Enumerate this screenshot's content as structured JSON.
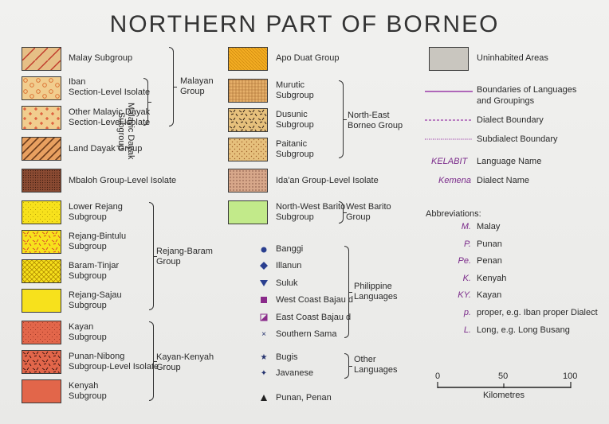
{
  "title": "NORTHERN PART OF BORNEO",
  "col1": {
    "malay_subgroup": "Malay Subgroup",
    "iban_1": "Iban",
    "iban_2": "Section-Level Isolate",
    "other_malayic_1": "Other Malayic Dayak",
    "other_malayic_2": "Section-Level Isolate",
    "land_dayak": "Land Dayak Group",
    "mbaloh": "Mbaloh Group-Level Isolate",
    "lower_rejang_1": "Lower Rejang",
    "lower_rejang_2": "Subgroup",
    "rejang_bintulu_1": "Rejang-Bintulu",
    "rejang_bintulu_2": "Subgroup",
    "baram_tinjar_1": "Baram-Tinjar",
    "baram_tinjar_2": "Subgroup",
    "rejang_sajau_1": "Rejang-Sajau",
    "rejang_sajau_2": "Subgroup",
    "kayan_1": "Kayan",
    "kayan_2": "Subgroup",
    "punan_nibong_1": "Punan-Nibong",
    "punan_nibong_2": "Subgroup-Level Isolate",
    "kenyah_1": "Kenyah",
    "kenyah_2": "Subgroup",
    "malayic_dayak_1": "Malayic Dayak",
    "malayic_dayak_2": "Subgroup",
    "malayan_1": "Malayan",
    "malayan_2": "Group",
    "rejang_baram_1": "Rejang-Baram",
    "rejang_baram_2": "Group",
    "kayan_kenyah_1": "Kayan-Kenyah",
    "kayan_kenyah_2": "Group"
  },
  "col2": {
    "apo_duat": "Apo Duat Group",
    "murutic_1": "Murutic",
    "murutic_2": "Subgroup",
    "dusunic_1": "Dusunic",
    "dusunic_2": "Subgroup",
    "paitanic_1": "Paitanic",
    "paitanic_2": "Subgroup",
    "ne_borneo_1": "North-East",
    "ne_borneo_2": "Borneo Group",
    "idaan": "Ida'an Group-Level Isolate",
    "nw_barito_1": "North-West Barito",
    "nw_barito_2": "Subgroup",
    "west_barito_1": "West Barito",
    "west_barito_2": "Group",
    "banggi": "Banggi",
    "illanun": "Illanun",
    "suluk": "Suluk",
    "wc_bajau": "West Coast Bajau d",
    "ec_bajau": "East Coast Bajau d",
    "southern_sama": "Southern Sama",
    "philippine_1": "Philippine",
    "philippine_2": "Languages",
    "bugis": "Bugis",
    "javanese": "Javanese",
    "other_1": "Other",
    "other_2": "Languages",
    "punan_penan": "Punan, Penan"
  },
  "col3": {
    "uninhabited": "Uninhabited Areas",
    "boundaries_1": "Boundaries of Languages",
    "boundaries_2": "and Groupings",
    "dialect_boundary": "Dialect Boundary",
    "subdialect_boundary": "Subdialect Boundary",
    "kelabit": "KELABIT",
    "language_name": "Language Name",
    "kemena": "Kemena",
    "dialect_name": "Dialect Name",
    "abbrev_heading": "Abbreviations:",
    "abbreviations": [
      {
        "abbr": "M.",
        "meaning": "Malay"
      },
      {
        "abbr": "P.",
        "meaning": "Punan"
      },
      {
        "abbr": "Pe.",
        "meaning": "Penan"
      },
      {
        "abbr": "K.",
        "meaning": "Kenyah"
      },
      {
        "abbr": "KY.",
        "meaning": "Kayan"
      },
      {
        "abbr": "p.",
        "meaning": "proper, e.g. Iban proper Dialect"
      },
      {
        "abbr": "L.",
        "meaning": "Long, e.g. Long Busang"
      }
    ],
    "scale": {
      "tick_0": "0",
      "tick_50": "50",
      "tick_100": "100",
      "unit": "Kilometres"
    }
  }
}
